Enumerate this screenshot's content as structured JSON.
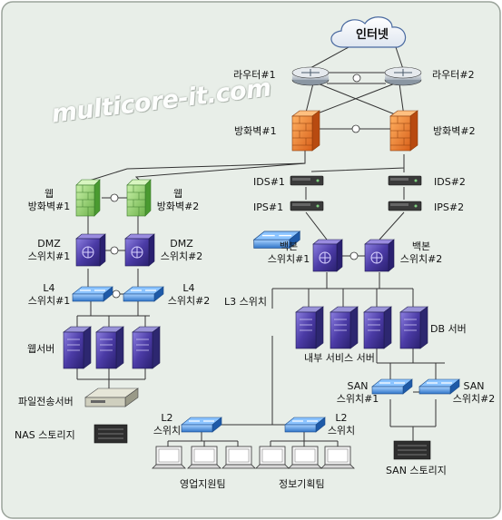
{
  "watermark": "multicore-it.com",
  "labels": {
    "internet": "인터넷",
    "router1": "라우터#1",
    "router2": "라우터#2",
    "firewall1": "방화벽#1",
    "firewall2": "방화벽#2",
    "ids1": "IDS#1",
    "ids2": "IDS#2",
    "ips1": "IPS#1",
    "ips2": "IPS#2",
    "web_fw1": "웹\n방화벽#1",
    "web_fw2": "웹\n방화벽#2",
    "dmz_sw1": "DMZ\n스위치#1",
    "dmz_sw2": "DMZ\n스위치#2",
    "l4_sw1": "L4\n스위치#1",
    "l4_sw2": "L4\n스위치#2",
    "web_server": "웹서버",
    "file_server": "파일전송서버",
    "nas": "NAS 스토리지",
    "backbone_sw1": "백본\n스위치#1",
    "backbone_sw2": "백본\n스위치#2",
    "l3_switch": "L3 스위치",
    "db_server": "DB 서버",
    "internal_server": "내부 서비스 서버",
    "san_sw1": "SAN\n스위치#1",
    "san_sw2": "SAN\n스위치#2",
    "san_storage": "SAN 스토리지",
    "l2_sw_left": "L2\n스위치",
    "l2_sw_right": "L2\n스위치",
    "sales_team": "영업지원팀",
    "info_team": "정보기획팀"
  },
  "colors": {
    "background": "#e8eee8",
    "border": "#9aa39a",
    "line": "#333333",
    "switch_blue": "#3a7fd0",
    "core_purple": "#4a3aa0",
    "firewall_orange": "#f08a2a",
    "webfw_green": "#8fce6a"
  }
}
